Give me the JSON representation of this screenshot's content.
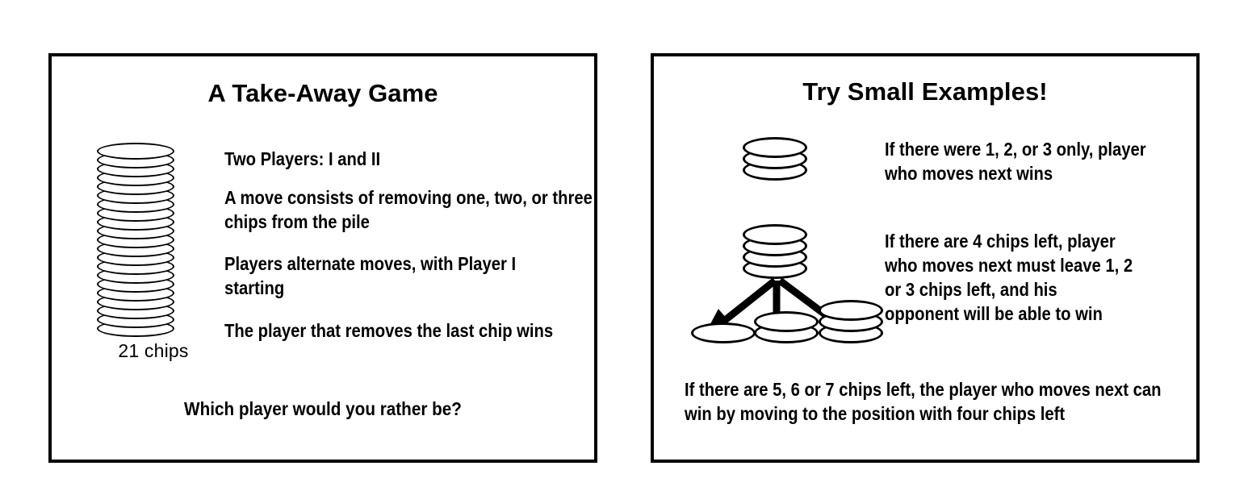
{
  "slides": {
    "left": {
      "title": "A Take-Away Game",
      "chip_stack_label": "21 chips",
      "chip_stack_count": 21,
      "bullets": {
        "two_players": "Two Players: I and II",
        "a_move": "A move consists of removing one, two, or three chips from the pile",
        "alternate": "Players alternate moves, with Player I starting",
        "last_chip": "The player that removes the last chip wins"
      },
      "question": "Which player would you rather be?"
    },
    "right": {
      "title": "Try Small Examples!",
      "notes": {
        "one_two_three": "If there were 1, 2, or 3 only, player who moves next wins",
        "four_chips": "If there are 4 chips left, player who moves next must leave 1, 2 or 3 chips left, and his opponent will be able to win",
        "five_six_seven": "If there are 5, 6 or 7 chips left, the player who moves next can win by moving to the position with four chips left"
      },
      "diagram": {
        "top_stack_count": 4,
        "example_stack_count": 3,
        "result_stack_counts": [
          1,
          2,
          3
        ],
        "arrow_count": 3
      }
    }
  },
  "style": {
    "border_color": "#000000",
    "text_color": "#000000",
    "background_color": "#ffffff"
  }
}
